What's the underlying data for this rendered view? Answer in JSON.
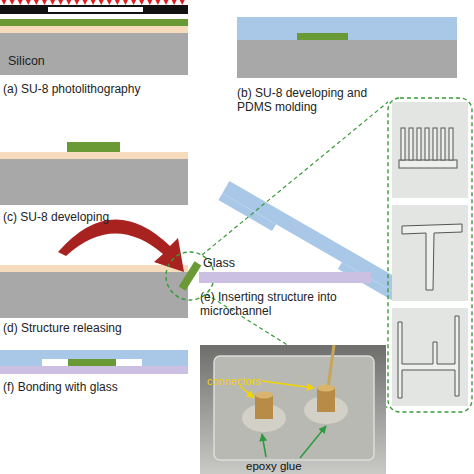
{
  "diagram": {
    "nodes": [
      {
        "text": [
          "Silicon"
        ]
      },
      {
        "text": [
          "Glass"
        ]
      }
    ],
    "labels": [
      "(a) SU-8 photolithography",
      "(b) SU-8 developing and PDMS molding",
      "(c) SU-8 developing",
      "(d) Structure releasing",
      "(e) Inserting structure into microchannel",
      "(f) Bonding with glass",
      "connectors",
      "epoxy glue"
    ]
  }
}
